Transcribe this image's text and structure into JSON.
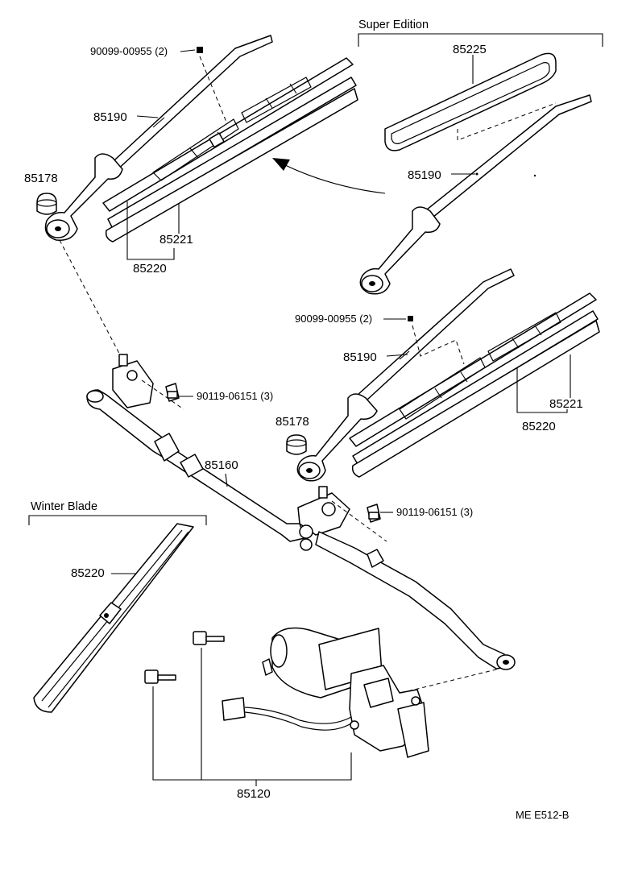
{
  "labels": {
    "super_edition": "Super Edition",
    "winter_blade": "Winter Blade",
    "p85225": "85225",
    "p85190_a": "85190",
    "p85190_b": "85190",
    "p85190_c": "85190",
    "p85178_a": "85178",
    "p85178_b": "85178",
    "p85221_a": "85221",
    "p85221_b": "85221",
    "p85220_a": "85220",
    "p85220_b": "85220",
    "p85220_c": "85220",
    "p85160": "85160",
    "p85120": "85120",
    "bolt_a": "90099-00955 (2)",
    "bolt_b": "90099-00955 (2)",
    "nut_a": "90119-06151 (3)",
    "nut_b": "90119-06151 (3)",
    "ref_code": "ME  E512-B"
  }
}
